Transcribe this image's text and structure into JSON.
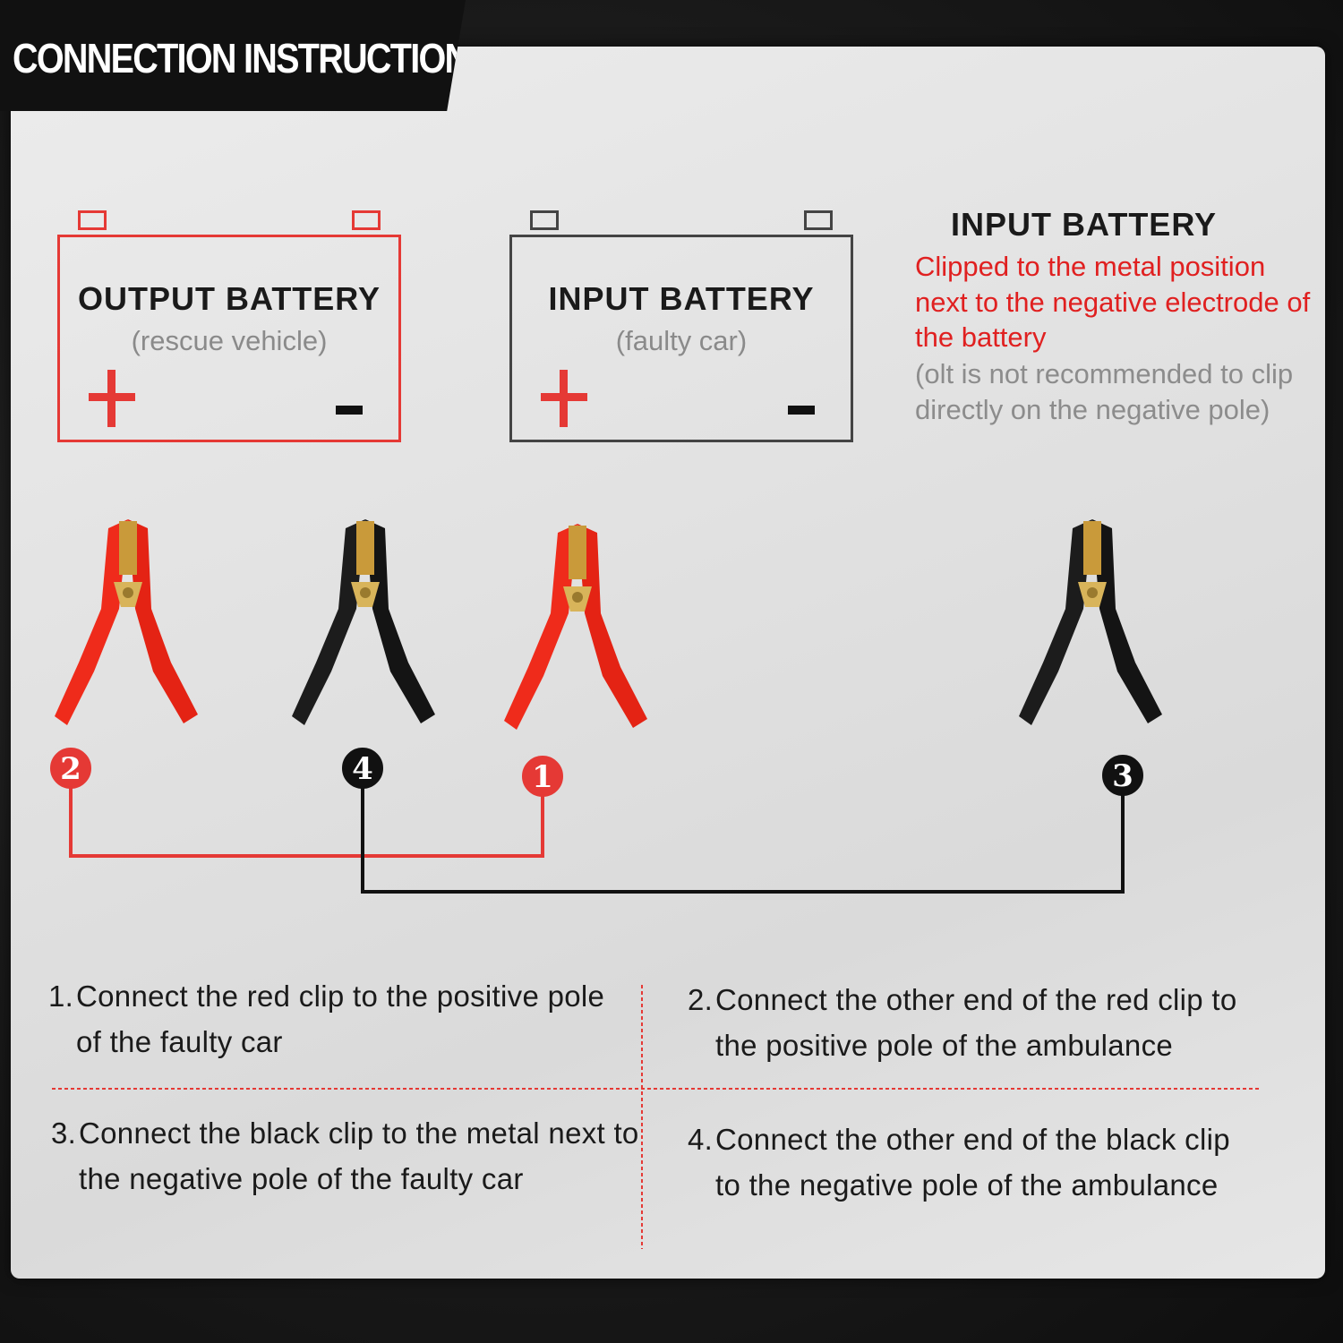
{
  "header": {
    "title": "CONNECTION INSTRUCTIONS"
  },
  "output_battery": {
    "title": "OUTPUT BATTERY",
    "subtitle": "(rescue vehicle)",
    "color": "#e53935"
  },
  "input_battery": {
    "title": "INPUT BATTERY",
    "subtitle": "(faulty car)",
    "color": "#444444"
  },
  "side_note": {
    "title": "INPUT BATTERY",
    "red_text": "Clipped to the metal position next to the negative electrode of the battery",
    "grey_text": "(olt is not recommended to clip directly on the negative pole)"
  },
  "clips": [
    {
      "color": "red",
      "number": "2",
      "icon": "red-clamp-icon"
    },
    {
      "color": "black",
      "number": "4",
      "icon": "black-clamp-icon"
    },
    {
      "color": "red",
      "number": "1",
      "icon": "red-clamp-icon"
    },
    {
      "color": "black",
      "number": "3",
      "icon": "black-clamp-icon"
    }
  ],
  "colors": {
    "red": "#e53935",
    "black": "#111111",
    "panel": "#e4e4e4"
  },
  "instructions": [
    {
      "num": "1.",
      "text": "Connect the red clip to the positive pole of the faulty car"
    },
    {
      "num": "2.",
      "text": "Connect the other end of the red clip to the positive pole of the ambulance"
    },
    {
      "num": "3.",
      "text": "Connect the black clip to the metal next to the negative pole of the faulty car"
    },
    {
      "num": "4.",
      "text": "Connect the other end of the black clip to the negative pole of the ambulance"
    }
  ]
}
